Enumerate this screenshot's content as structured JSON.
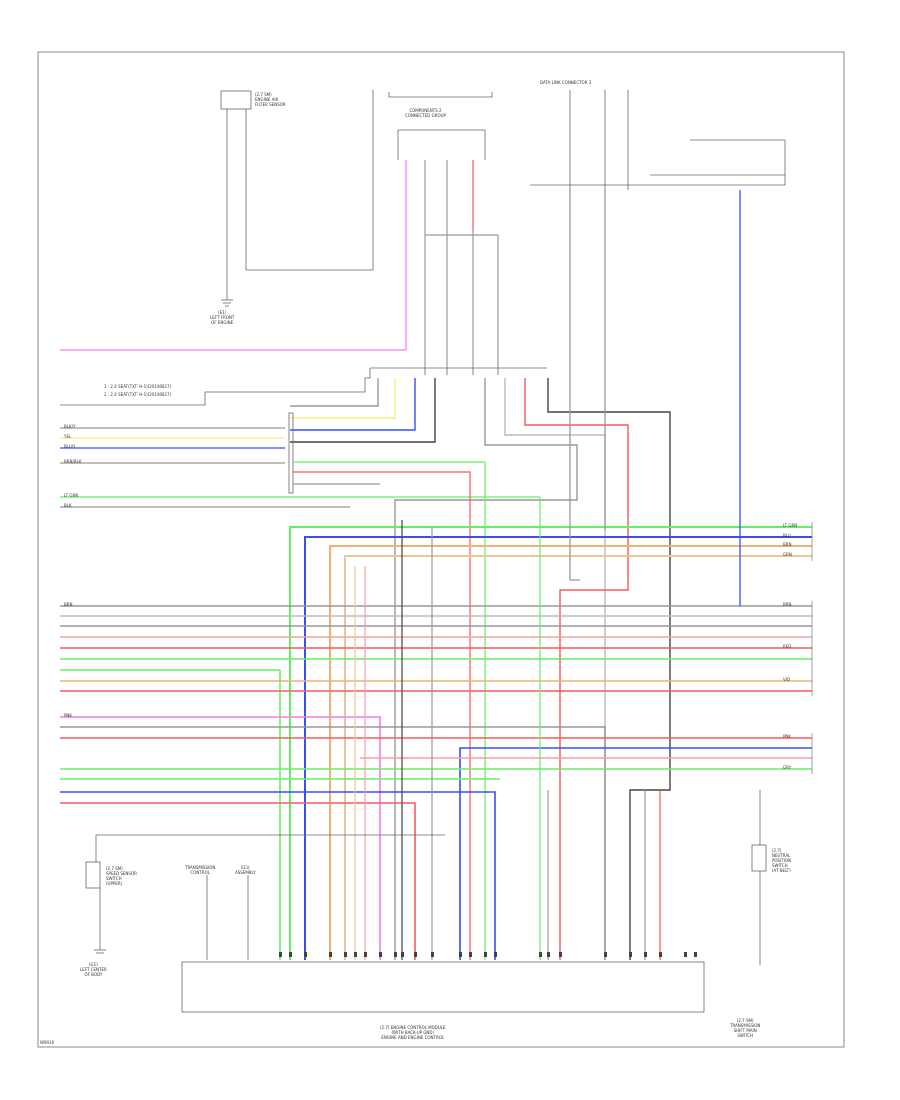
{
  "page": {
    "ref": "W9030"
  },
  "legend": {
    "line1": "1 : 2.4 SEAT(TXT. H-1)(20190817)",
    "line2": "2 : 2.4 SEAT(TXT. H-1)(20190817)"
  },
  "components": {
    "top_left_sensor": "(2.7 SM)\nENGINE AIR\nFILTER SENSOR",
    "top_left_ground": "(E1)\nLEFT FRONT\nOF ENGINE",
    "top_center_block": "COMPONENTS 2\nCONNECTED GROUP",
    "top_right_block": "DATA LINK CONNECTOR 3",
    "bottom_left_sensor": "(2.7 SM)\nSPEED SENSOR\nSWITCH\n(UPPER)",
    "bottom_left_ground": "(G1)\nLEFT CENTER\nOF BODY",
    "trans_label": "TRANSMISSION\nCONTROL",
    "ecu_label": "ECU\nASSEMBLY",
    "right_switch": "(2.7)\nNEUTRAL\nPOSITION\nSWITCH\n(AT BELT)",
    "right_bottom": "(2.7 SM)\nTRANSMISSION\nSHIFT MAIN\nSWITCH",
    "ecm_title": "(2.7) ENGINE CONTROL MODULE\n(WITH BACK-UP GND)\nENGINE AND ENGINE CONTROL"
  },
  "wire_colors": {
    "pink": "#f27cf2",
    "yellow": "#f5f27a",
    "blue": "#3a4ef5",
    "green": "#66ee66",
    "red": "#f55a5a",
    "gray": "#999999",
    "black": "#444444",
    "tan": "#e8c89a",
    "orange": "#f0b070"
  },
  "left_wire_labels": [
    "BLK/Y",
    "YEL",
    "BLU/Y",
    "BRN/BLK",
    "LT GRN",
    "BLK",
    "BRN",
    "PNK"
  ],
  "right_wire_labels": [
    "LT GRN",
    "BLU",
    "BRN",
    "GRN",
    "BRN",
    "RED",
    "VIO",
    "PNK",
    "GRY"
  ]
}
